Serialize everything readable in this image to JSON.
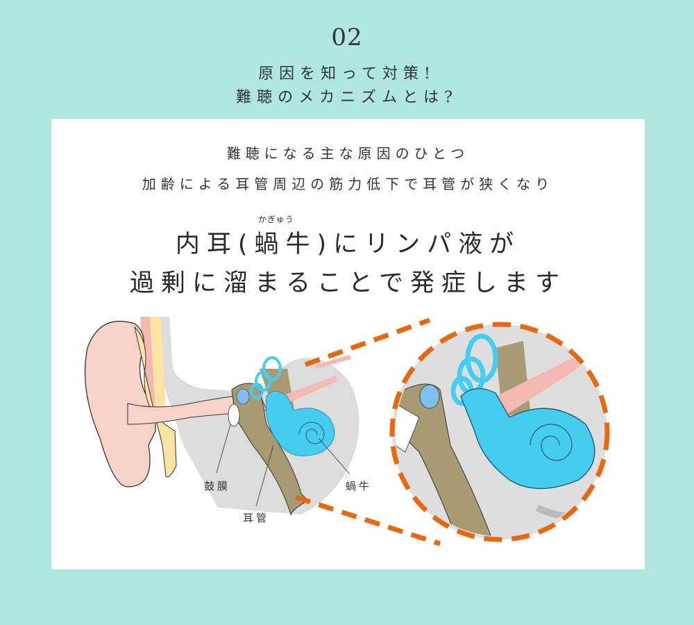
{
  "header": {
    "number": "02",
    "title_line1": "原因を知って対策!",
    "title_line2": "難聴のメカニズムとは?"
  },
  "card": {
    "subtitle_line1": "難聴になる主な原因のひとつ",
    "subtitle_line2": "加齢による耳管周辺の筋力低下で耳管が狭くなり",
    "main_line1": "内耳(蝸牛)にリンパ液が",
    "main_line2": "過剰に溜まることで発症します",
    "ruby": "かぎゅう"
  },
  "diagram": {
    "labels": {
      "eardrum": "鼓膜",
      "eustachian_tube": "耳管",
      "cochlea": "蝸牛"
    }
  },
  "colors": {
    "background": "#afe7e0",
    "card": "#ffffff",
    "accent_dash": "#e8680f",
    "cochlea": "#45cdf0",
    "bone": "#a89a72",
    "skin": "#f6d2c8",
    "cartilage": "#fbe3a6"
  }
}
